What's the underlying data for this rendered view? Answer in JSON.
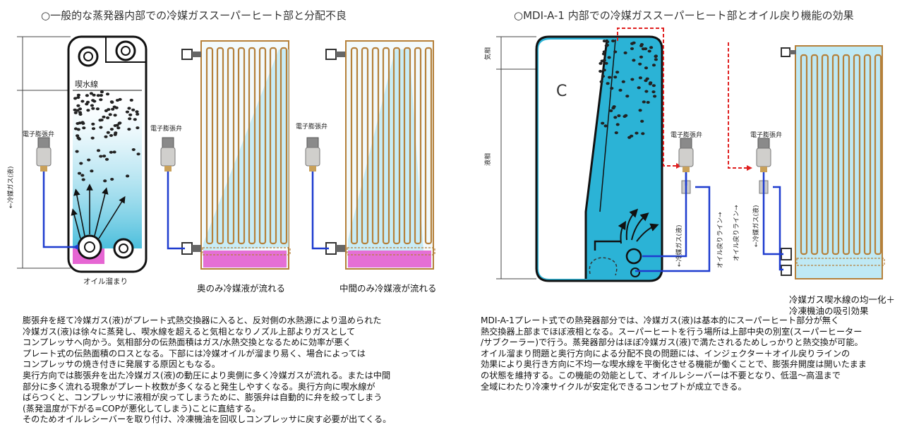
{
  "left_panel": {
    "title": "○一般的な蒸発器内部での冷媒ガススーパーヒート部と分配不良",
    "labels": {
      "evaporation_line": "喫水線",
      "expansion_valve_1": "電子膨張弁",
      "expansion_valve_2": "電子膨張弁",
      "expansion_valve_3": "電子膨張弁",
      "refrigerant_gas_liquid": "←冷媒ガス(液)",
      "oil_pool": "オイル溜まり"
    },
    "captions": [
      "奥のみ冷媒液が流れる",
      "中間のみ冷媒液が流れる"
    ],
    "paragraph": [
      "膨張弁を経て冷媒ガス(液)がプレート式熱交換器に入ると、反対側の水熱源により温められた",
      "冷媒ガス(液)は徐々に蒸発し、喫水線を超えると気相となりノズル上部よりガスとして",
      "コンプレッサへ向かう。気相部分の伝熱面積はガス/水熱交換となるために効率が悪く",
      "プレート式の伝熱面積のロスとなる。下部には冷媒オイルが溜まり易く、場合によっては",
      "コンプレッサの焼き付きに発展する原因ともなる。",
      "奥行方向では膨張弁を出た冷媒ガス(液)の動圧により奥側に多く冷媒ガスが流れる。または中間",
      "部分に多く流れる現象がプレート枚数が多くなると発生しやすくなる。奥行方向に喫水線が",
      "ばらつくと、コンプレッサに液相が戻ってしまうために、膨張弁は自動的に弁を絞ってしまう",
      "(蒸発温度が下がる=COPが悪化してしまう)ことに直結する。",
      "そのためオイルレシーバーを取り付け、冷凍機油を回収しコンプレッサに戻す必要が出てくる。"
    ]
  },
  "right_panel": {
    "title": "○MDI-A-1 内部での冷媒ガススーパーヒート部とオイル戻り機能の効果",
    "labels": {
      "gas_phase": "気相",
      "liquid_phase": "液相",
      "expansion_valve_1": "電子膨張弁",
      "expansion_valve_2": "電子膨張弁",
      "refrigerant_gas_liquid_1": "←冷媒ガス(液)",
      "oil_return_line_1": "オイル戻りライン→",
      "oil_return_line_2": "オイル戻りライン→",
      "refrigerant_gas_liquid_2": "←冷媒ガス(液)"
    },
    "caption_lines": [
      "冷媒ガス喫水線の均一化＋",
      "冷凍機油の吸引効果"
    ],
    "paragraph": [
      "MDI-A-1プレート式での熱発器部分では、冷媒ガス(液)は基本的にスーパーヒート部分が無く",
      "熱交換器上部までほぼ液相となる。スーパーヒートを行う場所は上部中央の別室(スーパーヒーター",
      "/サブクーラー)で行う。蒸発器部分はほぼ冷媒ガス(液)で満たされるためしっかりと熱交換が可能。",
      "オイル溜まり問題と奥行方向による分配不良の問題には、インジェクター＋オイル戻りラインの",
      "効果により奥行き方向に不均一な喫水線を平衡化させる機能が働くことで、膨張弁開度は開いたまま",
      "の状態を維持する。この機能の効能として、オイルレシーバーは不要となり、低温～高温まで",
      "全域にわたり冷凍サイクルが安定化できるコンセプトが成立できる。"
    ]
  },
  "colors": {
    "refrigerant": "#2bb3d6",
    "light_refrigerant": "#bfe9f4",
    "copper": "#b5803a",
    "oil": "#e040c8",
    "flow_line": "#1e3ccf",
    "oil_return": "#e02020"
  }
}
